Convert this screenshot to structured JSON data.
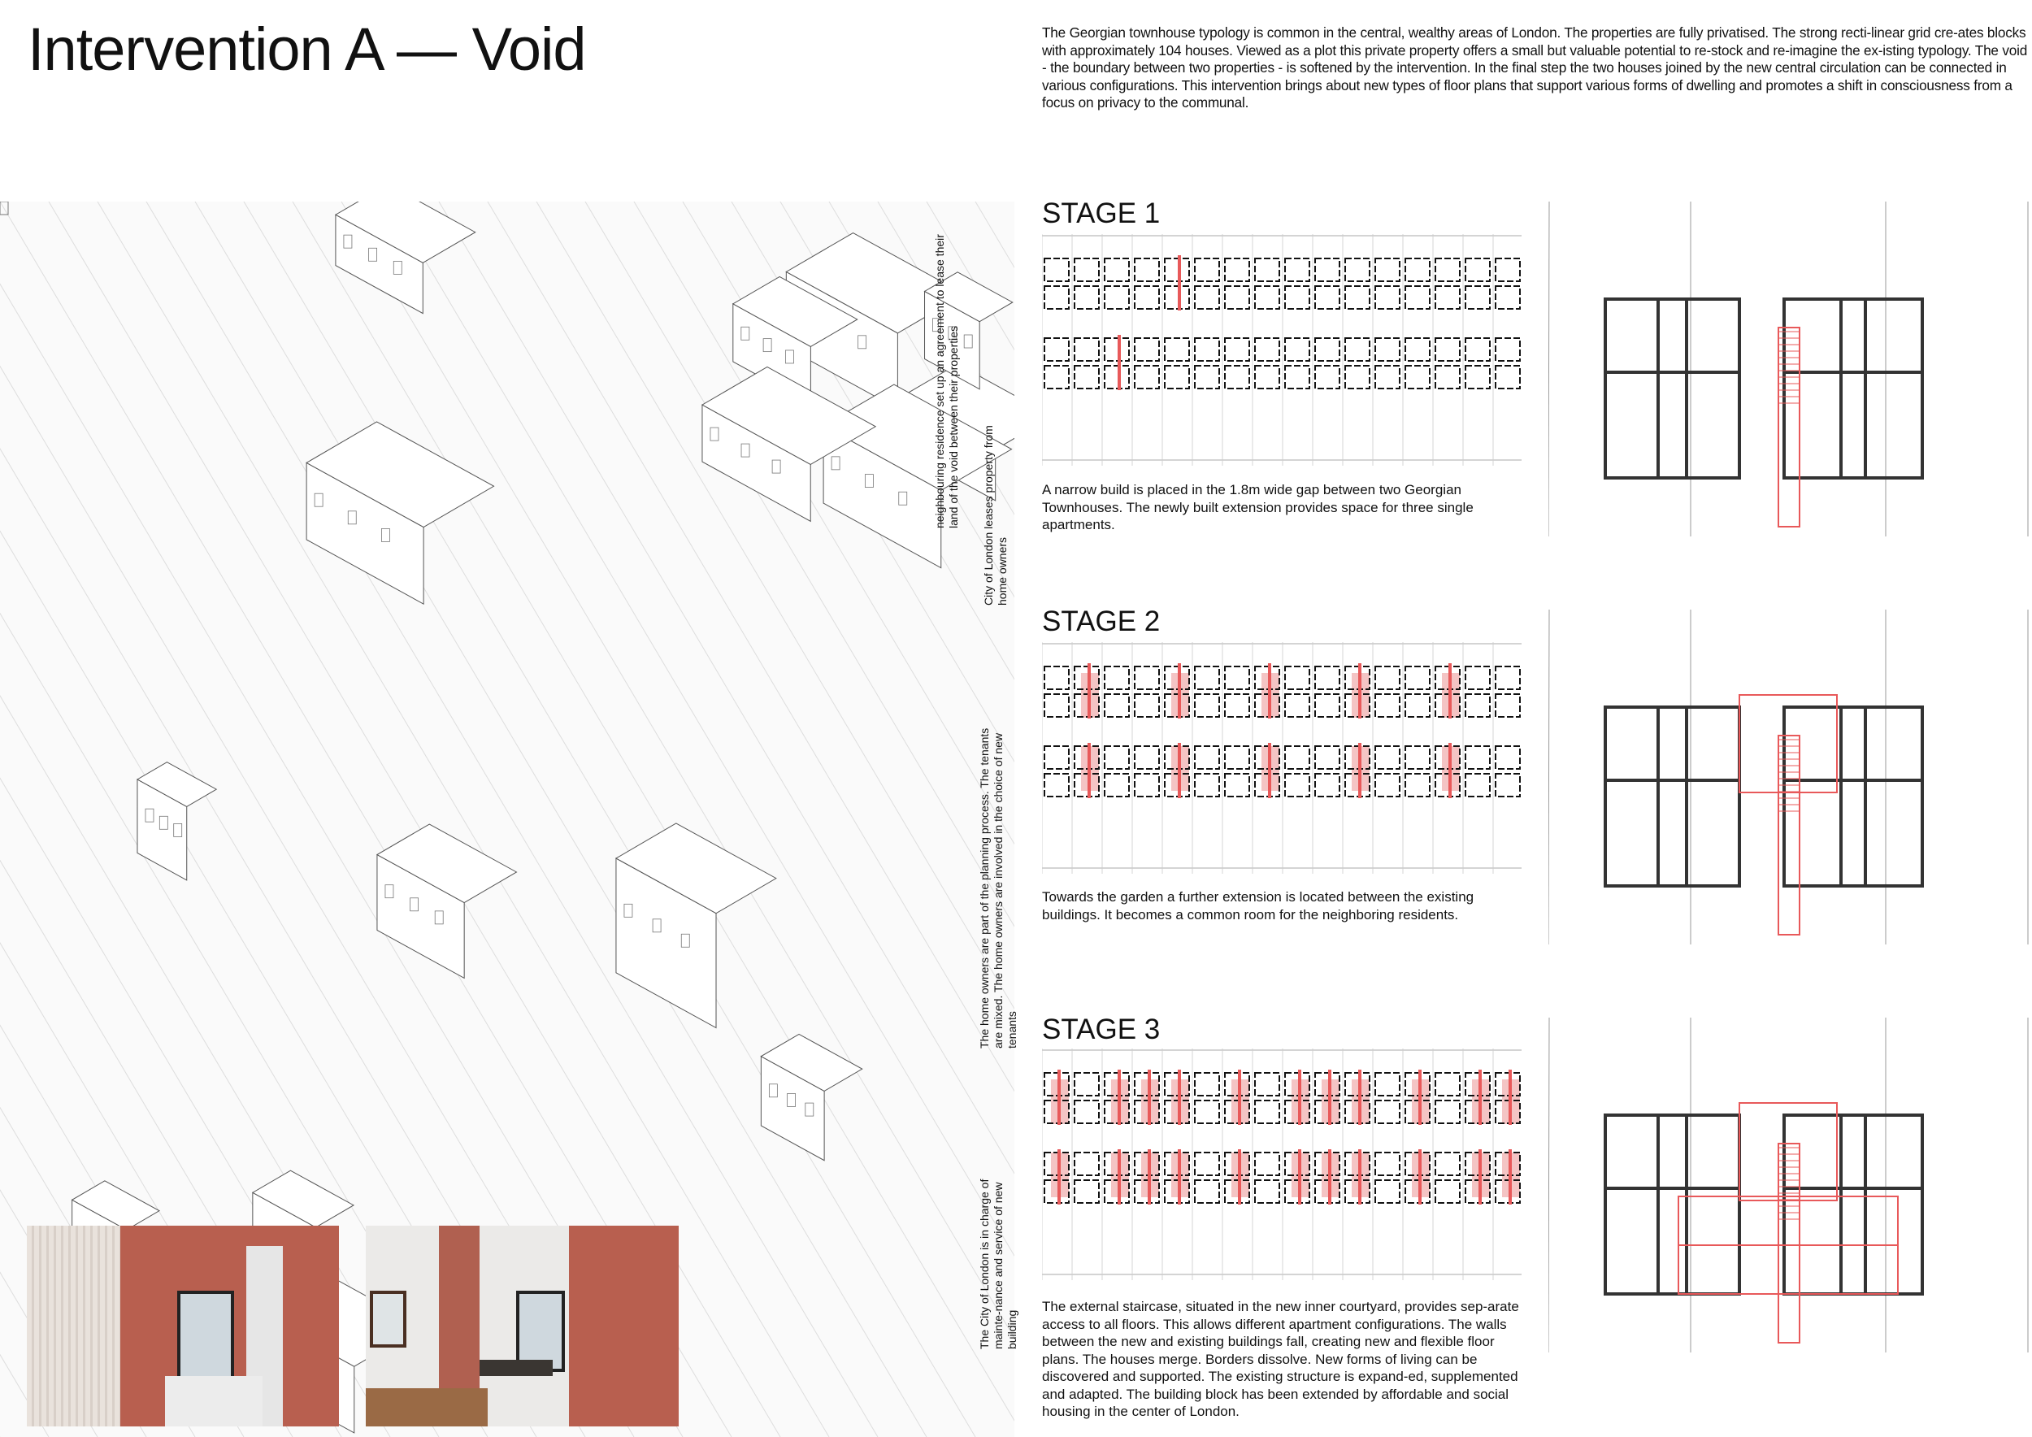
{
  "title": "Intervention A — Void",
  "intro": "The Georgian townhouse typology is common in the central, wealthy areas of London. The properties are fully privatised. The strong recti-linear grid cre-ates blocks with approximately 104 houses.  Viewed as a plot this private property offers a small but valuable potential to re-stock and re-imagine the ex-isting typology. The void - the boundary between two properties - is softened by the intervention. In the final step the two houses joined by the new central circulation can be connected in various configurations. This intervention brings about  new types of floor plans that support various forms of dwelling and promotes a shift in consciousness from a focus on privacy to the communal.",
  "annotations": [
    "neighbouring residence set up an agreement to lease their land of the void between their properties",
    "City of London leases property from home owners",
    "The home owners are part of the planning process. The tenants are mixed. The home owners are involved in the choice of new tenants",
    "The City of London is in charge of mainte-nance and service of new building"
  ],
  "stages": [
    {
      "heading": "STAGE 1",
      "text": "A narrow build is placed in the 1.8m wide gap between two Georgian Townhouses. The newly built extension provides space for three single apartments."
    },
    {
      "heading": "STAGE 2",
      "text": "Towards the garden a further extension is located between the existing buildings. It becomes a common room for the neighboring residents."
    },
    {
      "heading": "STAGE 3",
      "text": "The external staircase, situated in the new inner courtyard, provides sep-arate access to all floors. This allows different apartment configurations. The walls between the new and existing buildings fall, creating new and flexible floor plans. The houses merge. Borders dissolve. New forms of living can be discovered and supported. The existing structure is expand-ed, supplemented and adapted. The building block has been extended by affordable and social housing in the center of London."
    }
  ],
  "colors": {
    "accent": "#e8595a",
    "fill": "#f4c4c4",
    "wall": "#c0675a"
  }
}
